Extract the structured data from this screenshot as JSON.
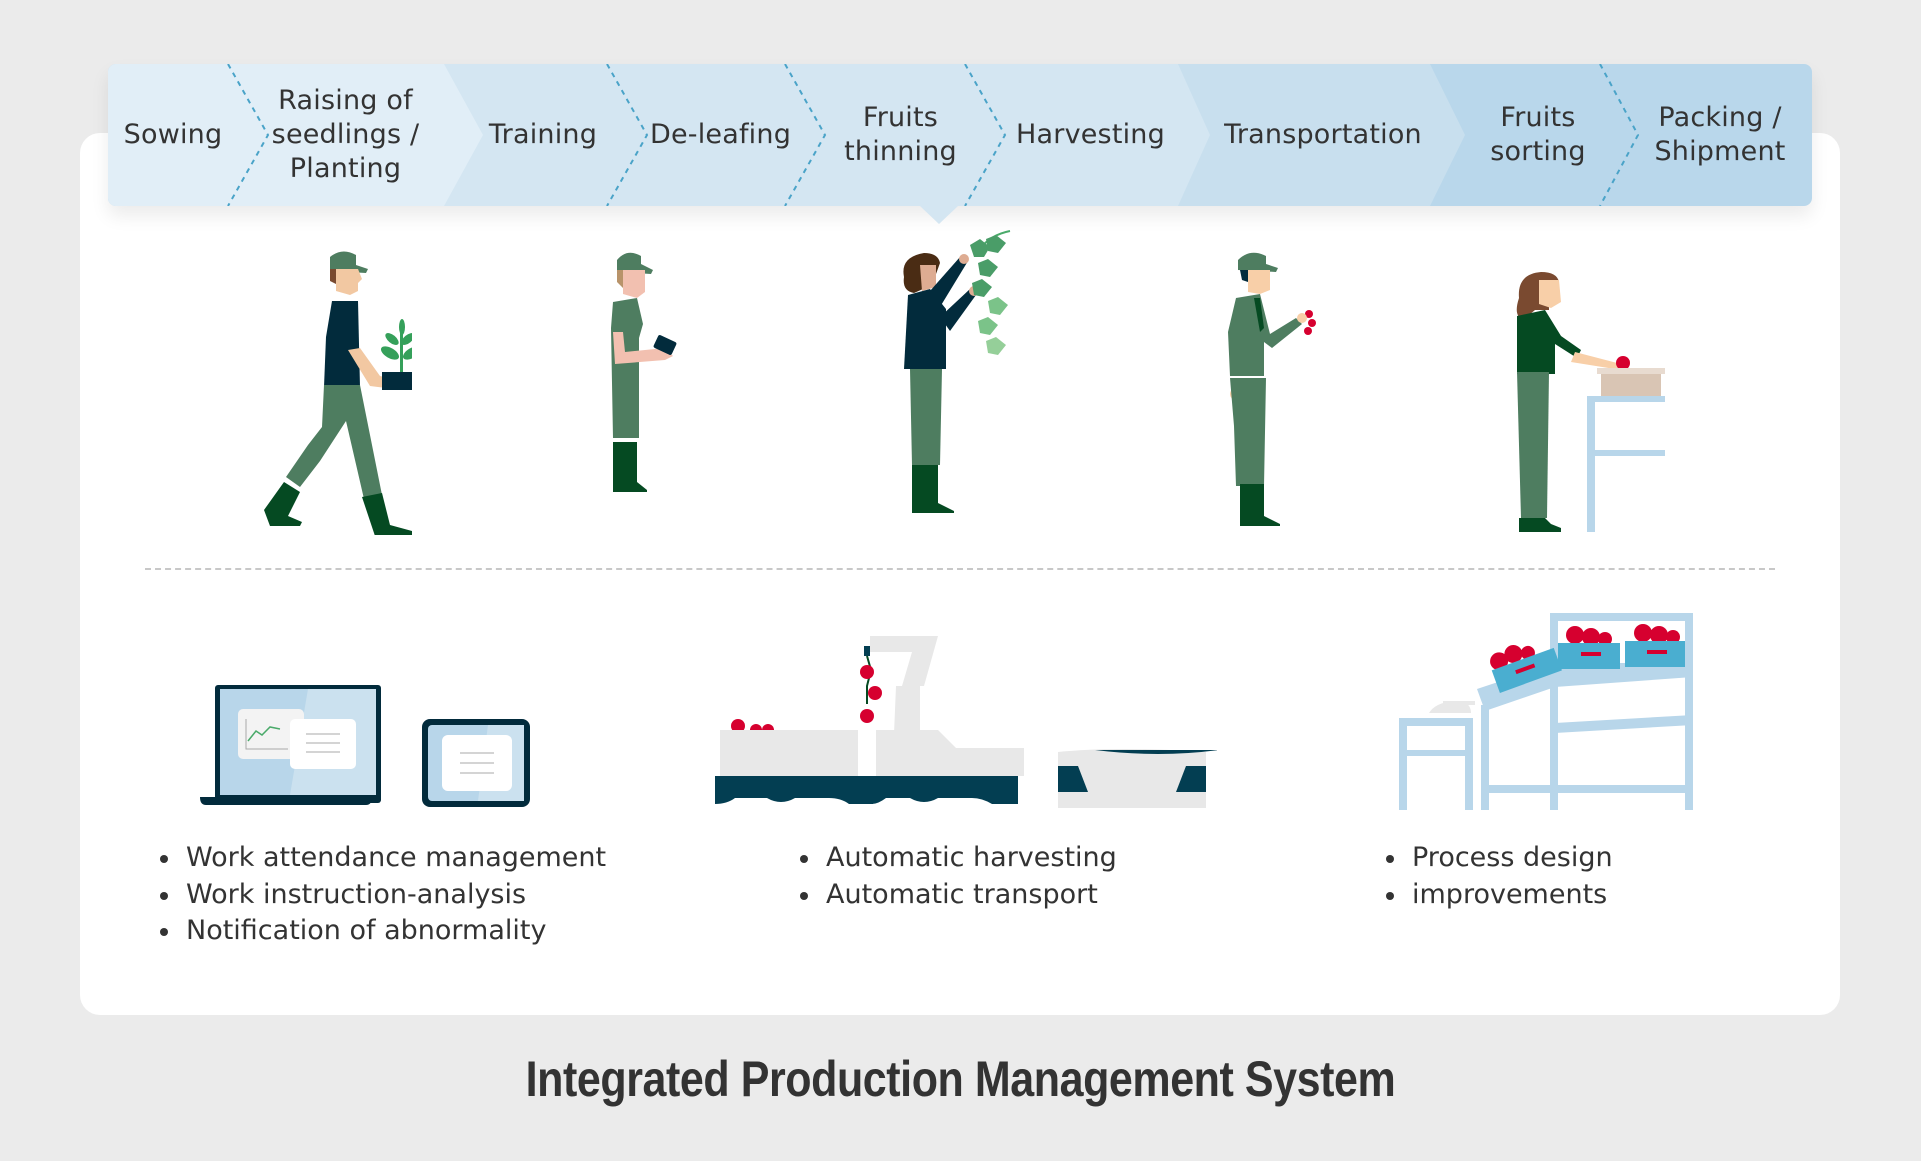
{
  "process_steps": [
    {
      "label": "Sowing"
    },
    {
      "label": "Raising of\nseedlings /\nPlanting"
    },
    {
      "label": "Training"
    },
    {
      "label": "De-leafing"
    },
    {
      "label": "Fruits\nthinning"
    },
    {
      "label": "Harvesting"
    },
    {
      "label": "Transportation"
    },
    {
      "label": "Fruits\nsorting"
    },
    {
      "label": "Packing /\nShipment"
    }
  ],
  "colors": {
    "band_1": "#e1eef7",
    "band_2": "#d4e6f2",
    "band_3": "#c8dfee",
    "band_4": "#b9d7eb",
    "dashed_line": "#4aa3c8",
    "worker_green": "#4e7d60",
    "boot_green": "#054a22",
    "navy": "#022b3c",
    "tomato_red": "#d6002f",
    "shelf_blue": "#b8d6ea"
  },
  "illustrations": {
    "workers": [
      "worker-planting",
      "worker-training",
      "worker-deleafing",
      "worker-harvesting",
      "worker-packing"
    ],
    "systems": [
      "laptop-and-tablet",
      "harvest-robots",
      "shelving-process"
    ]
  },
  "features": [
    {
      "items": [
        "Work attendance management",
        "Work instruction-analysis",
        "Notification of abnormality"
      ]
    },
    {
      "items": [
        "Automatic harvesting",
        "Automatic transport"
      ]
    },
    {
      "items": [
        "Process design",
        "improvements"
      ]
    }
  ],
  "title": "Integrated Production Management System"
}
